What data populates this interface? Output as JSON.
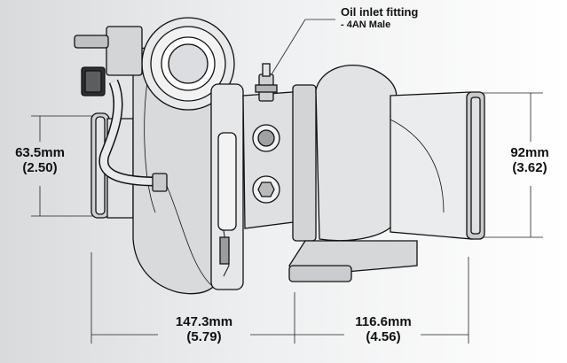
{
  "callout": {
    "title": "Oil inlet fitting",
    "subtitle": "- 4AN Male"
  },
  "dimensions": {
    "inlet": {
      "mm": "63.5mm",
      "in": "(2.50)"
    },
    "outlet": {
      "mm": "92mm",
      "in": "(3.62)"
    },
    "length_compressor": {
      "mm": "147.3mm",
      "in": "(5.79)"
    },
    "length_turbine": {
      "mm": "116.6mm",
      "in": "(4.56)"
    }
  }
}
